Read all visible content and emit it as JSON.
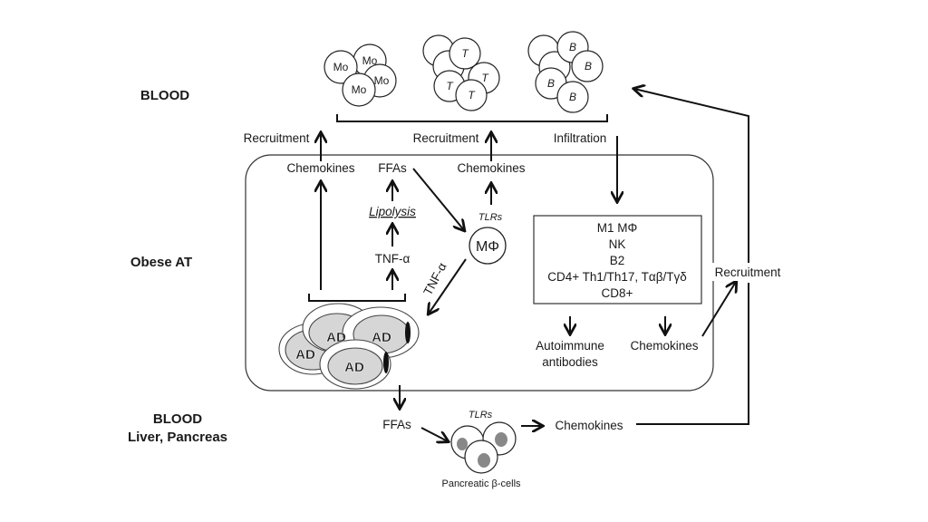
{
  "regions": {
    "blood_top": "BLOOD",
    "obese_at": "Obese AT",
    "blood_bottom_1": "BLOOD",
    "blood_bottom_2": "Liver, Pancreas"
  },
  "blood_cells": {
    "monocyte": "Mo",
    "t_cell": "T",
    "b_cell": "B"
  },
  "flow_labels": {
    "recruitment_left": "Recruitment",
    "recruitment_mid": "Recruitment",
    "infiltration": "Infiltration",
    "chemokines_left": "Chemokines",
    "ffas_top": "FFAs",
    "chemokines_mid": "Chemokines",
    "lipolysis": "Lipolysis",
    "tnf_alpha_vertical": "TNF-α",
    "tlrs_macrophage": "TLRs",
    "macrophage": "MΦ",
    "tnf_alpha_diagonal": "TNF-α",
    "adipocyte": "AD",
    "autoimmune_1": "Autoimmune",
    "autoimmune_2": "antibodies",
    "chemokines_right": "Chemokines",
    "recruitment_right": "Recruitment",
    "ffas_bottom": "FFAs",
    "tlrs_pancreas": "TLRs",
    "chemokines_bottom": "Chemokines",
    "pancreatic_cells": "Pancreatic β-cells"
  },
  "immune_box": {
    "lines": [
      "M1 MΦ",
      "NK",
      "B2",
      "CD4+ Th1/Th17, Tαβ/Tγδ",
      "CD8+"
    ]
  }
}
